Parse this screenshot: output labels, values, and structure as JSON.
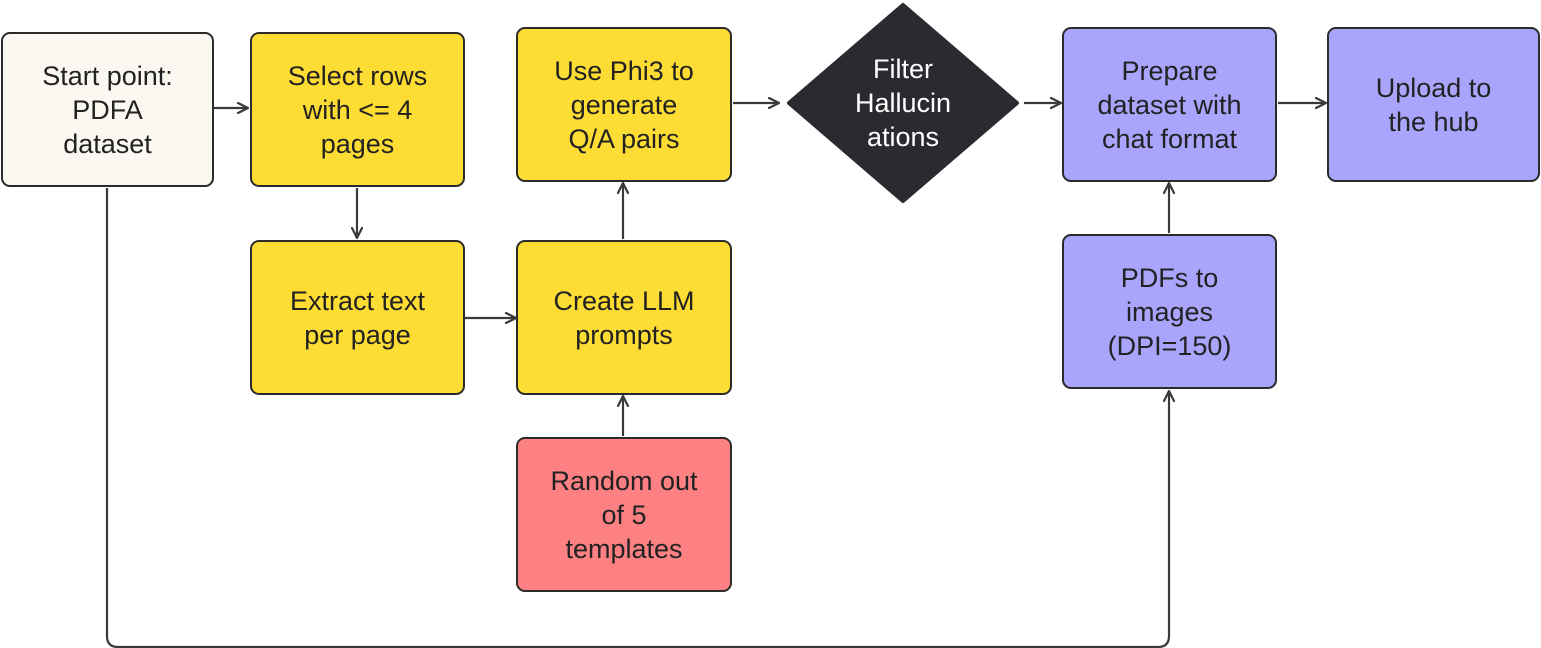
{
  "nodes": {
    "start": {
      "label": "Start point:\nPDFA\ndataset",
      "color": "#fbf8f2"
    },
    "select": {
      "label": "Select  rows\nwith <= 4\npages",
      "color": "#fddc33"
    },
    "extract": {
      "label": "Extract text\nper page",
      "color": "#fddc33"
    },
    "phi3": {
      "label": "Use Phi3 to\ngenerate\nQ/A pairs",
      "color": "#fddc33"
    },
    "prompts": {
      "label": "Create LLM\nprompts",
      "color": "#fddc33"
    },
    "random": {
      "label": "Random out\nof 5\ntemplates",
      "color": "#fd8183"
    },
    "filter": {
      "label": "Filter\nHallucin\nations",
      "color": "#2a2b30"
    },
    "prepare": {
      "label": "Prepare\ndataset with\nchat format",
      "color": "#a9a5fd"
    },
    "pdfs": {
      "label": "PDFs to\nimages\n(DPI=150)",
      "color": "#a9a5fd"
    },
    "upload": {
      "label": "Upload to\nthe hub",
      "color": "#a9a5fd"
    }
  },
  "edge_color": "#3a3a3a"
}
